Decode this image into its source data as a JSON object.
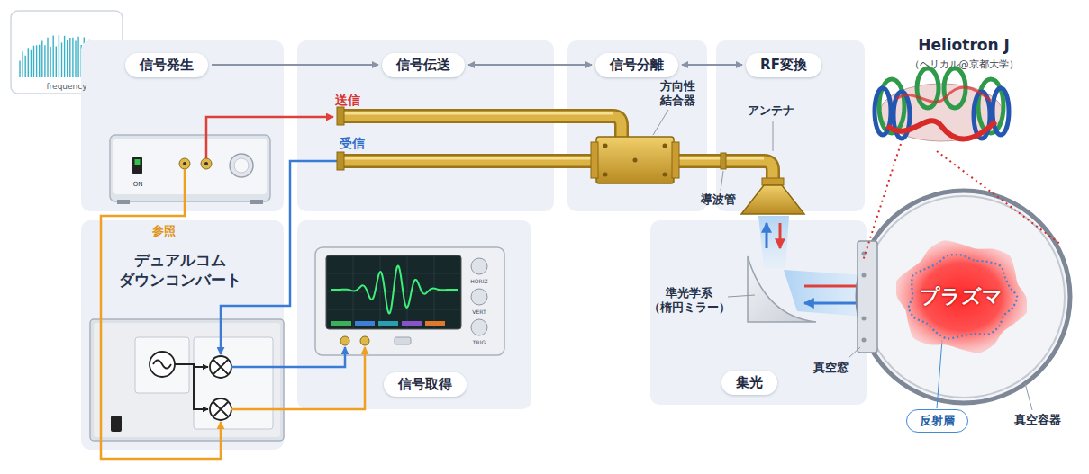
{
  "diagram": {
    "nodes": [
      {
        "text": [
          "信号発生"
        ]
      },
      {
        "text": [
          "信号伝送"
        ]
      },
      {
        "text": [
          "信号分離"
        ]
      },
      {
        "text": [
          "RF変換"
        ]
      },
      {
        "text": [
          "信号取得"
        ]
      },
      {
        "text": [
          "集光"
        ]
      },
      {
        "text": [
          "プラズマ"
        ]
      },
      {
        "text": [
          "反射層"
        ]
      }
    ],
    "edges": [
      {
        "from": 0,
        "to": 1,
        "arrow": "to"
      },
      {
        "from": 1,
        "to": 2,
        "arrow": "both"
      },
      {
        "from": 2,
        "to": 3,
        "arrow": "both"
      }
    ],
    "labels": [
      "frequency",
      "送信",
      "受信",
      "参照",
      "ON",
      "デュアルコム ダウンコンバート",
      "HORIZ",
      "VERT",
      "TRIG",
      "方向性 結合器",
      "アンテナ",
      "導波管",
      "Heliotron J",
      "（ヘリカル@京都大学）",
      "準光学系 （楕円ミラー）",
      "真空窓",
      "真空容器"
    ]
  }
}
